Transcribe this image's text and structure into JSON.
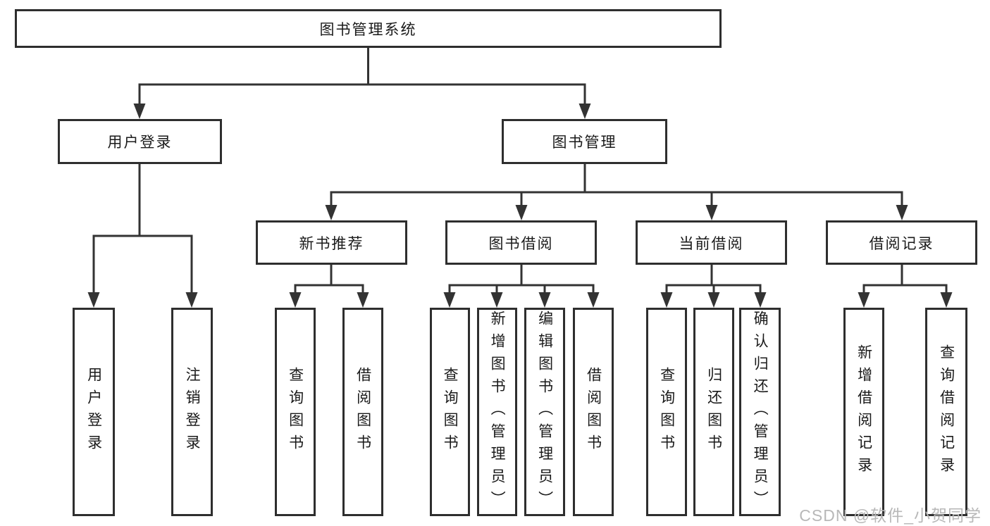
{
  "tree": {
    "root": {
      "label": "图书管理系统",
      "children": [
        {
          "label": "用户登录",
          "children": [
            {
              "label": "用户登录"
            },
            {
              "label": "注销登录"
            }
          ]
        },
        {
          "label": "图书管理",
          "children": [
            {
              "label": "新书推荐",
              "children": [
                {
                  "label": "查询图书"
                },
                {
                  "label": "借阅图书"
                }
              ]
            },
            {
              "label": "图书借阅",
              "children": [
                {
                  "label": "查询图书"
                },
                {
                  "label": "新增图书（管理员）"
                },
                {
                  "label": "编辑图书（管理员）"
                },
                {
                  "label": "借阅图书"
                }
              ]
            },
            {
              "label": "当前借阅",
              "children": [
                {
                  "label": "查询图书"
                },
                {
                  "label": "归还图书"
                },
                {
                  "label": "确认归还（管理员）"
                }
              ]
            },
            {
              "label": "借阅记录",
              "children": [
                {
                  "label": "新增借阅记录"
                },
                {
                  "label": "查询借阅记录"
                }
              ]
            }
          ]
        }
      ]
    }
  },
  "watermark": {
    "text": "CSDN @软件_小贺同学"
  },
  "colors": {
    "line": "#333333",
    "box_border": "#2e2e2e",
    "text": "#1a1a1a",
    "watermark": "#b8b8b8",
    "background": "#ffffff"
  }
}
